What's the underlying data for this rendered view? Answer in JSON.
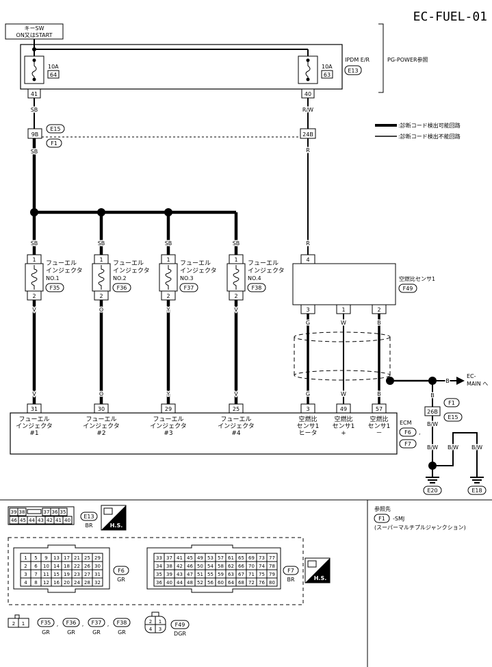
{
  "title": "EC-FUEL-01",
  "key_switch": {
    "line1": "キーSW",
    "line2": "ON又はSTART"
  },
  "ipdm": {
    "label": "IPDM E/R",
    "connector": "E13",
    "fuse_left": {
      "amp": "10A",
      "num": "64",
      "pin": "41"
    },
    "fuse_right": {
      "amp": "10A",
      "num": "63",
      "pin": "40"
    },
    "power_ref": "PG-POWER参照"
  },
  "wires": {
    "sb": "SB",
    "rw": "R/W",
    "r": "R",
    "v": "V",
    "o": "O",
    "y": "Y",
    "g": "G",
    "w": "W",
    "b": "B",
    "bw": "B/W"
  },
  "junction": {
    "pin_left": "9B",
    "pin_right": "24B",
    "conn_top": "E15",
    "conn_bottom": "F1"
  },
  "legend": {
    "detectable": ":診断コード検出可能回路",
    "not_detectable": ":診断コード検出不能回路"
  },
  "injectors": [
    {
      "name": "フューエル",
      "name2": "インジェクタ",
      "no": "NO.1",
      "conn": "F35",
      "pin1": "1",
      "pin2": "2",
      "wire": "V",
      "ecm_pin": "31",
      "ecm_label1": "フューエル",
      "ecm_label2": "インジェクタ",
      "ecm_label3": "#1"
    },
    {
      "name": "フューエル",
      "name2": "インジェクタ",
      "no": "NO.2",
      "conn": "F36",
      "pin1": "1",
      "pin2": "2",
      "wire": "O",
      "ecm_pin": "30",
      "ecm_label1": "フューエル",
      "ecm_label2": "インジェクタ",
      "ecm_label3": "#2"
    },
    {
      "name": "フューエル",
      "name2": "インジェクタ",
      "no": "NO.3",
      "conn": "F37",
      "pin1": "1",
      "pin2": "2",
      "wire": "Y",
      "ecm_pin": "29",
      "ecm_label1": "フューエル",
      "ecm_label2": "インジェクタ",
      "ecm_label3": "#3"
    },
    {
      "name": "フューエル",
      "name2": "インジェクタ",
      "no": "NO.4",
      "conn": "F38",
      "pin1": "1",
      "pin2": "2",
      "wire": "V",
      "ecm_pin": "25",
      "ecm_label1": "フューエル",
      "ecm_label2": "インジェクタ",
      "ecm_label3": "#4"
    }
  ],
  "af_sensor": {
    "label": "空燃比センサ1",
    "conn": "F49",
    "pin_top": "4",
    "pins": [
      {
        "pin": "3",
        "wire": "G",
        "ecm_pin": "3",
        "l1": "空燃比",
        "l2": "センサ1",
        "l3": "ヒータ"
      },
      {
        "pin": "1",
        "wire": "W",
        "ecm_pin": "49",
        "l1": "空燃比",
        "l2": "センサ1",
        "l3": "+"
      },
      {
        "pin": "2",
        "wire": "B",
        "ecm_pin": "57",
        "l1": "空燃比",
        "l2": "センサ1",
        "l3": "－"
      }
    ]
  },
  "ec_main": {
    "wire": "B",
    "line1": "EC-",
    "line2": "MAIN へ"
  },
  "ecm": {
    "label": "ECM",
    "conn1": "F6",
    "conn2": "F7"
  },
  "ground": {
    "pin": "26B",
    "conn_top": "F1",
    "conn_bottom": "E15",
    "g1": "E20",
    "g2": "E18"
  },
  "reference": {
    "title": "参照先",
    "conn": "F1",
    "code": "-SMJ",
    "desc": "(スーパーマルチプルジャンクション)"
  },
  "connector_views": {
    "e13": {
      "conn": "E13",
      "color": "BR",
      "row1": [
        "39",
        "38",
        "37",
        "36",
        "35"
      ],
      "row2": [
        "46",
        "45",
        "44",
        "43",
        "42",
        "41",
        "40"
      ]
    },
    "f6": {
      "conn": "F6",
      "color": "GR",
      "rows": [
        [
          "1",
          "5",
          "9",
          "13",
          "17",
          "21",
          "25",
          "29"
        ],
        [
          "2",
          "6",
          "10",
          "14",
          "18",
          "22",
          "26",
          "30"
        ],
        [
          "3",
          "7",
          "11",
          "15",
          "19",
          "23",
          "27",
          "31"
        ],
        [
          "4",
          "8",
          "12",
          "16",
          "20",
          "24",
          "28",
          "32"
        ]
      ]
    },
    "f7": {
      "conn": "F7",
      "color": "BR",
      "rows": [
        [
          "33",
          "37",
          "41",
          "45",
          "49",
          "53",
          "57",
          "61",
          "65",
          "69",
          "73",
          "77"
        ],
        [
          "34",
          "38",
          "42",
          "46",
          "50",
          "54",
          "58",
          "62",
          "66",
          "70",
          "74",
          "78"
        ],
        [
          "35",
          "39",
          "43",
          "47",
          "51",
          "55",
          "59",
          "63",
          "67",
          "71",
          "75",
          "79"
        ],
        [
          "36",
          "40",
          "44",
          "48",
          "52",
          "56",
          "60",
          "64",
          "68",
          "72",
          "76",
          "80"
        ]
      ]
    },
    "inj_conn": {
      "pins": [
        "2",
        "1"
      ],
      "conns": [
        "F35",
        "F36",
        "F37",
        "F38"
      ],
      "color": "GR",
      "sep": ","
    },
    "f49": {
      "conn": "F49",
      "color": "DGR",
      "pins": [
        "2",
        "1",
        "4",
        "3"
      ]
    },
    "hs": "H.S."
  }
}
